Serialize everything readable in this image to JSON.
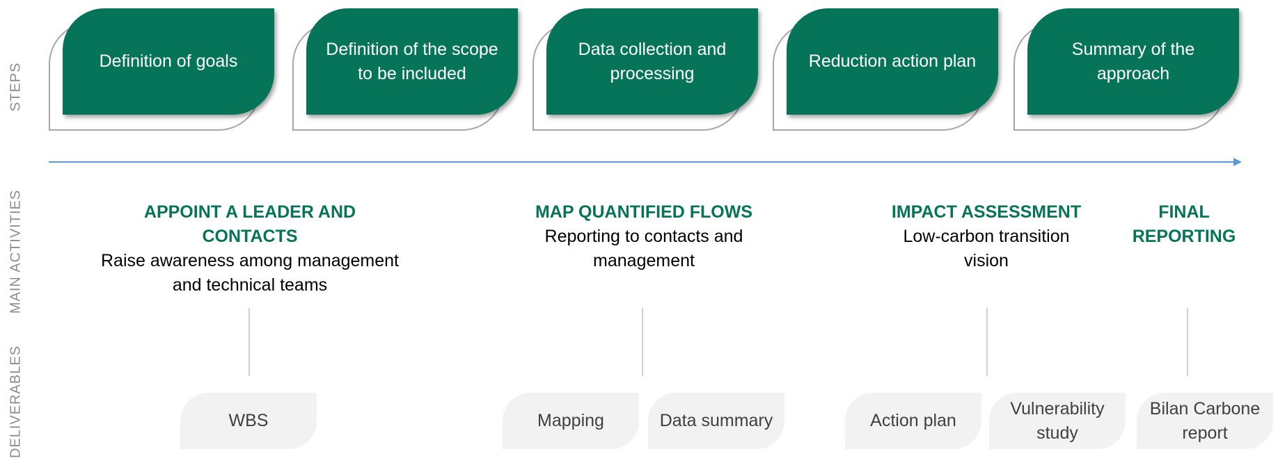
{
  "row_labels": {
    "steps": "STEPS",
    "activities": "MAIN ACTIVITIES",
    "deliverables": "DELIVERABLES"
  },
  "steps": [
    "Definition of goals",
    "Definition of the scope to be included",
    "Data collection and processing",
    "Reduction action plan",
    "Summary of the approach"
  ],
  "activities": [
    {
      "title": "APPOINT A LEADER AND CONTACTS",
      "text": "Raise awareness among management and technical teams"
    },
    {
      "title": "MAP QUANTIFIED FLOWS",
      "text": "Reporting to contacts and management"
    },
    {
      "title": "IMPACT ASSESSMENT",
      "text": "Low-carbon transition vision"
    },
    {
      "title": "FINAL REPORTING",
      "text": ""
    }
  ],
  "deliverables": [
    "WBS",
    "Mapping",
    "Data summary",
    "Action plan",
    "Vulnerability study",
    "Bilan Carbone report"
  ],
  "colors": {
    "primary": "#067458",
    "timeline": "#5b9bd5",
    "deliverable_bg": "#f2f2f2",
    "outline": "#a6a6a6"
  }
}
